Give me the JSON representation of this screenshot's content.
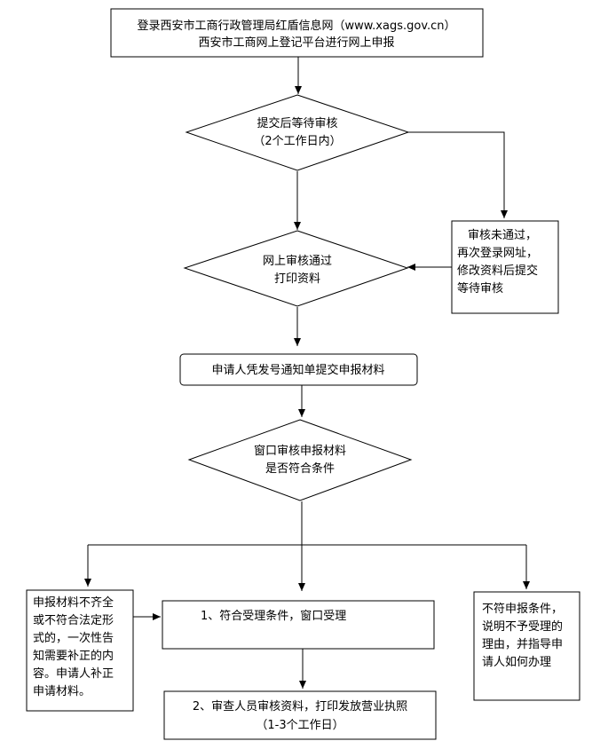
{
  "nodes": {
    "start": {
      "line1": "登录西安市工商行政管理局红盾信息网（www.xags.gov.cn）",
      "line2": "西安市工商网上登记平台进行网上申报"
    },
    "wait_review": {
      "line1": "提交后等待审核",
      "line2": "（2个工作日内）"
    },
    "rejected": {
      "line1": "审核未通过，",
      "line2": "再次登录网址，",
      "line3": "修改资料后提交",
      "line4": "等待审核"
    },
    "approved": {
      "line1": "网上审核通过",
      "line2": "打印资料"
    },
    "submit_materials": {
      "line1": "申请人凭发号通知单提交申报材料"
    },
    "window_check": {
      "line1": "窗口审核申报材料",
      "line2": "是否符合条件"
    },
    "incomplete": {
      "line1": "申报材料不齐全",
      "line2": "或不符合法定形",
      "line3": "式的，一次性告",
      "line4": "知需要补正的内",
      "line5": "容。申请人补正",
      "line6": "申请材料。"
    },
    "accepted": {
      "line1": "1、符合受理条件，窗口受理"
    },
    "not_eligible": {
      "line1": "不符申报条件，",
      "line2": "说明不予受理的",
      "line3": "理由，并指导申",
      "line4": "请人如何办理"
    },
    "license": {
      "line1": "2、审查人员审核资料，打印发放营业执照",
      "line2": "（1-3个工作日）"
    }
  }
}
